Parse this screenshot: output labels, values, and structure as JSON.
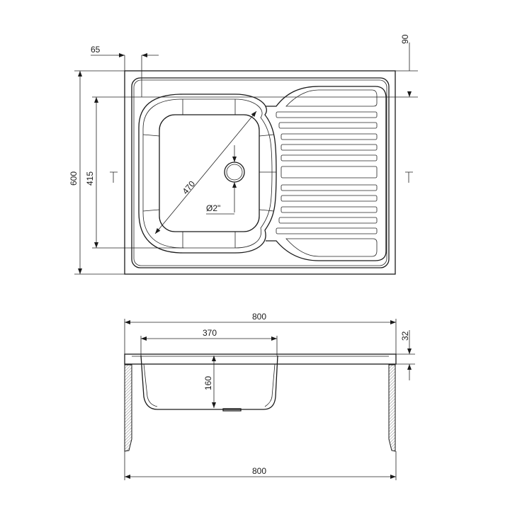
{
  "top_view": {
    "dim_rim_offset": "65",
    "dim_drainboard_offset": "90",
    "dim_total_depth": "600",
    "dim_bowl_depth": "415",
    "dim_bowl_diagonal": "470",
    "dim_drain": "Ø2\""
  },
  "side_view": {
    "dim_top_width": "800",
    "dim_bowl_width": "370",
    "dim_bowl_height": "160",
    "dim_rim_height": "32",
    "dim_bottom_width": "800"
  },
  "colors": {
    "line": "#1a1a1a",
    "background": "#ffffff"
  }
}
